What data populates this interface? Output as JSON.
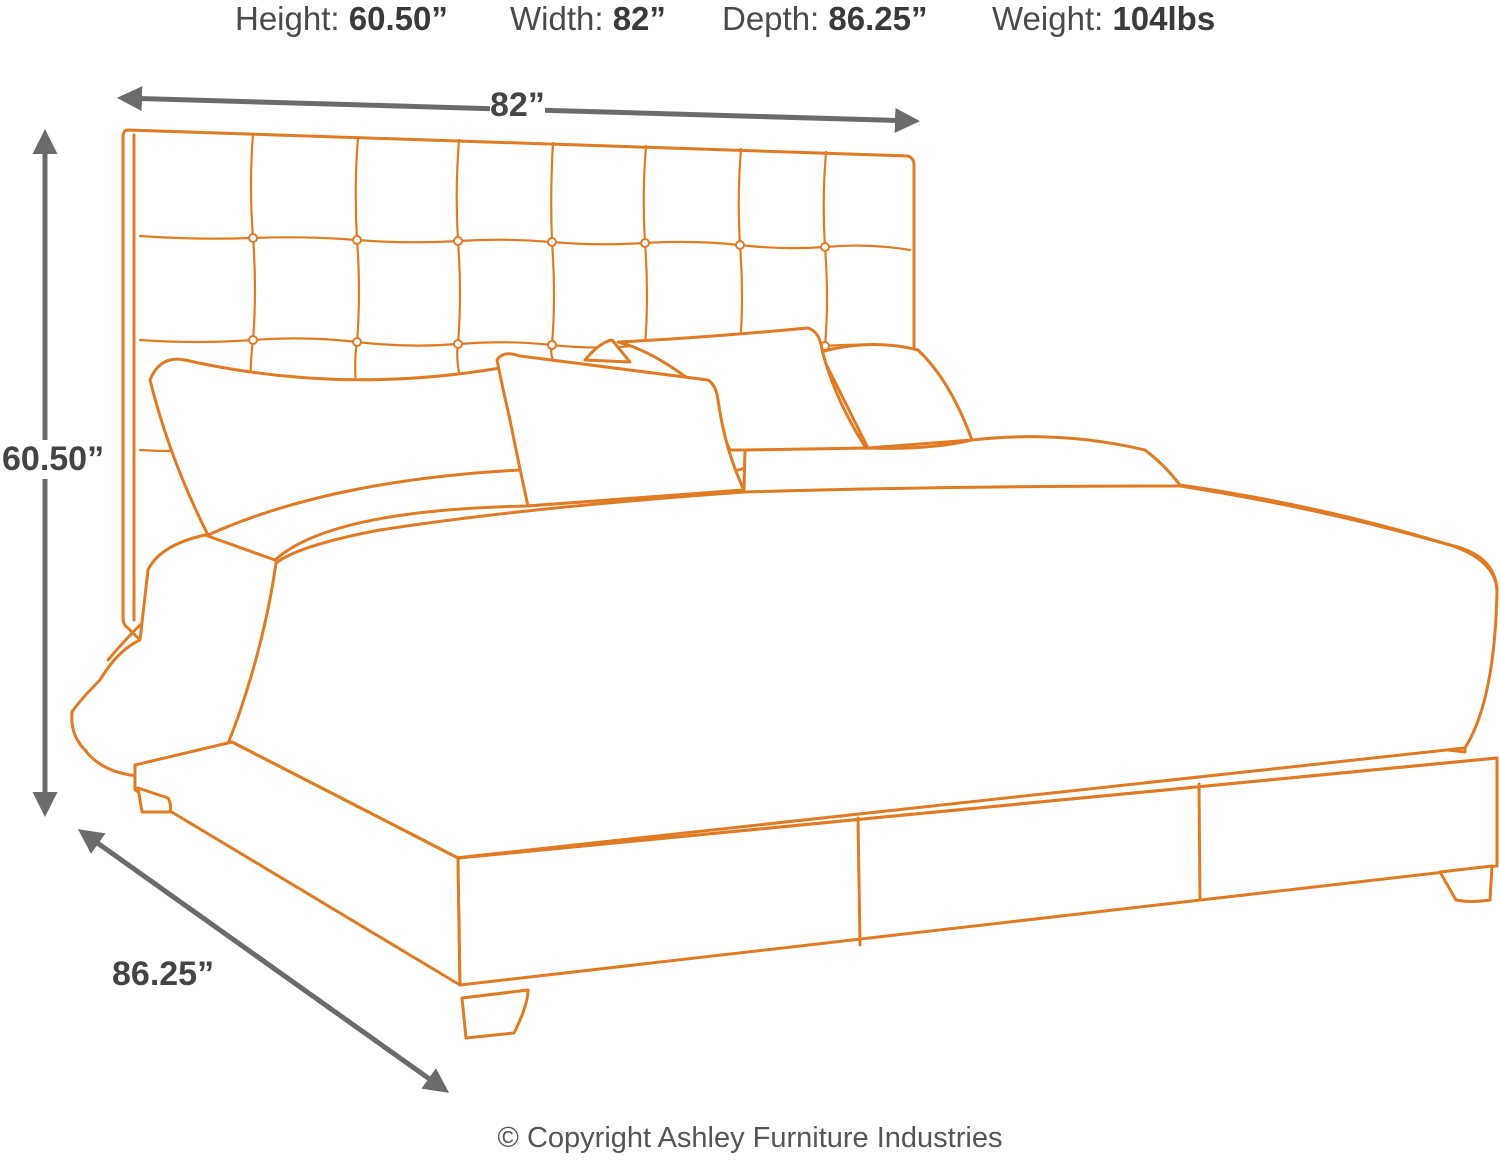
{
  "specs": {
    "height": {
      "label": "Height:",
      "value": "60.50”"
    },
    "width": {
      "label": "Width:",
      "value": "82”"
    },
    "depth": {
      "label": "Depth:",
      "value": "86.25”"
    },
    "weight": {
      "label": "Weight:",
      "value": "104lbs"
    }
  },
  "dimensions": {
    "width": "82”",
    "height": "60.50”",
    "depth": "86.25”"
  },
  "copyright": "© Copyright Ashley Furniture Industries",
  "colors": {
    "outline": "#e07b24",
    "arrow": "#6b6b6b",
    "text": "#4a4a4a"
  }
}
